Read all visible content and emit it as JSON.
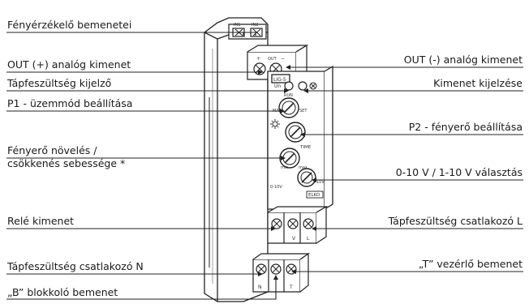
{
  "labels": {
    "light_sensor_inputs": "Fényérzékelő bemenetei",
    "out_plus": "OUT (+) analóg kimenet",
    "out_minus": "OUT (-) analóg kimenet",
    "supply_indicator": "Tápfeszültség kijelző",
    "output_indicator": "Kimenet kijelzése",
    "p1_mode": "P1 - üzemmód beállítása",
    "p2_brightness": "P2 - fényerő beállítása",
    "ramp_speed": "Fényerő növelés / csökkenés sebessége *",
    "range_select": "0-10 V / 1-10 V választás",
    "relay_output": "Relé kimenet",
    "supply_terminal_l": "Tápfeszültség csatlakozó L",
    "supply_terminal_n": "Tápfeszültség csatlakozó N",
    "t_control_input": "„T” vezérlő bemenet",
    "b_blocking_input": "„B” blokkoló bemenet"
  },
  "device": {
    "model": "LIG-5",
    "in1": "IN1",
    "in2": "IN2",
    "plus": "+",
    "out": "OUT",
    "minus": "−",
    "un": "Un",
    "run": "RUN",
    "man": "MAN",
    "set": "SET",
    "time": "TIME",
    "min": "min",
    "max": "max",
    "v010": "0-10V",
    "v110": "1-10V",
    "brand": "ELKO",
    "term_v": "V",
    "term_l": "L",
    "term_n": "N",
    "term_t": "T"
  }
}
